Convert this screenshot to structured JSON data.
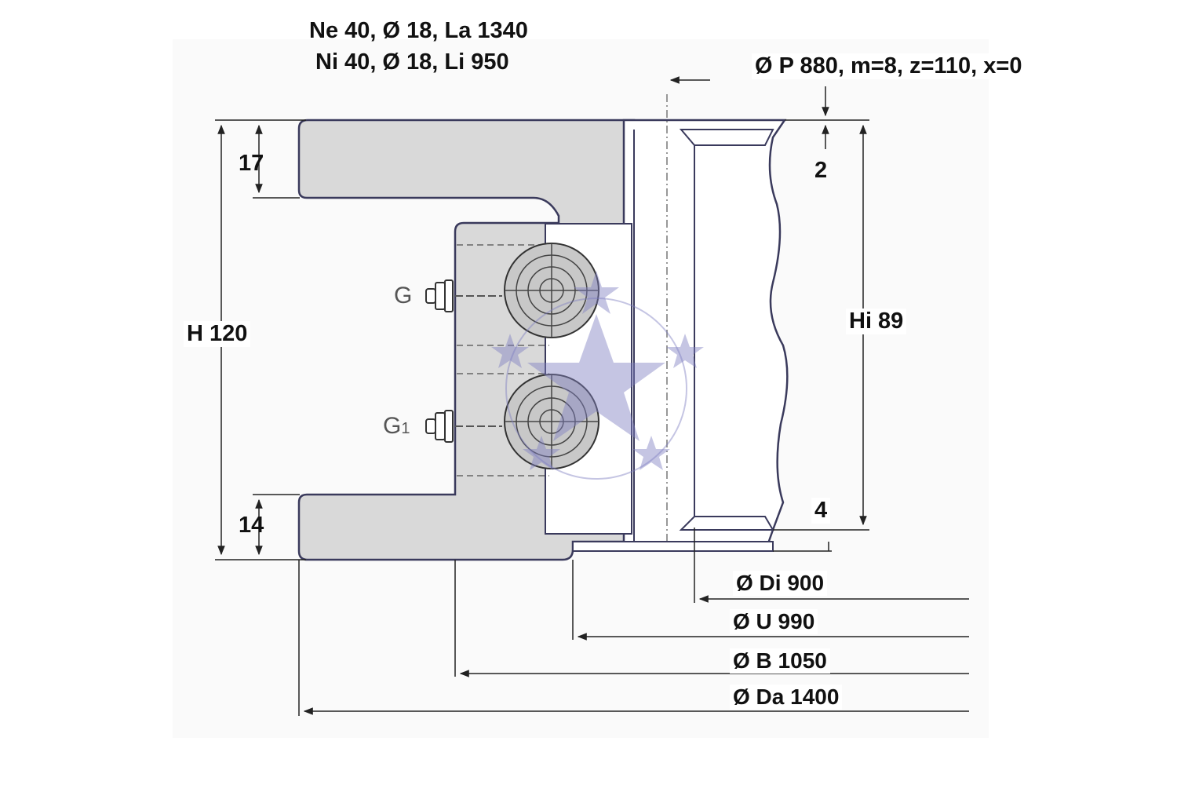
{
  "holes": {
    "outer": "Ne 40, Ø 18, La 1340",
    "inner": "Ni 40, Ø 18, Li 950"
  },
  "gear": "Ø P 880, m=8, z=110, x=0",
  "dims": {
    "top_flange": "17",
    "bottom_flange": "14",
    "height": "H 120",
    "inner_height": "Hi 89",
    "top_offset": "2",
    "bottom_offset": "4"
  },
  "lubrication": {
    "g": "G",
    "g1_main": "G",
    "g1_sub": "1"
  },
  "diameters": {
    "di": "Ø Di 900",
    "u": "Ø U 990",
    "b": "Ø B 1050",
    "da": "Ø Da 1400"
  },
  "colors": {
    "outline": "#3a3a5c",
    "ring_fill": "#d9d9d9",
    "roller_fill": "#c8c8c8",
    "watermark": "#7f7fc0",
    "dim_line": "#222222"
  }
}
